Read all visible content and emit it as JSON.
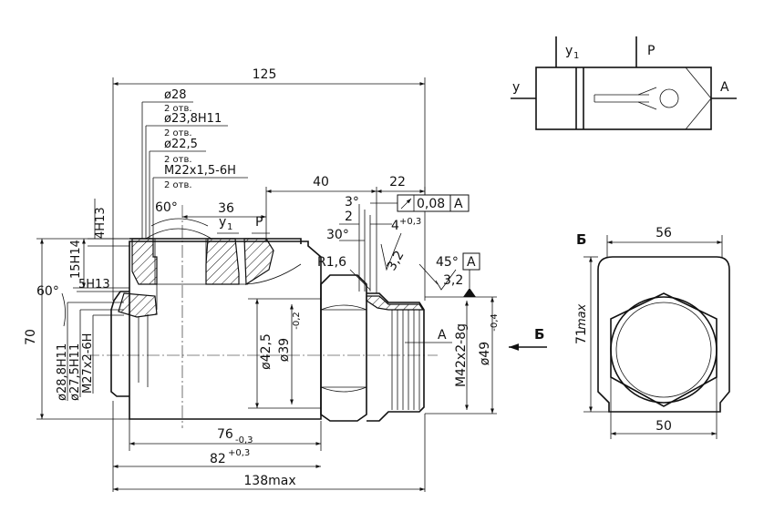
{
  "labels": {
    "dim_125": "125",
    "d28": "ø28",
    "holes_note_1": "2 отв.",
    "d23_8": "ø23,8Н11",
    "holes_note_2": "2 отв.",
    "d22_5": "ø22,5",
    "holes_note_3": "2 отв.",
    "m22": "M22x1,5-6H",
    "holes_note_4": "2 отв.",
    "dim_40": "40",
    "dim_22": "22",
    "dim_36": "36",
    "angle_60_top": "60°",
    "port_y1": "y",
    "port_y1_sub": "1",
    "port_p": "P",
    "h4": "4H13",
    "h15": "15H14",
    "h5": "5H13",
    "angle_60_left": "60°",
    "dim_70": "70",
    "d28_8": "ø28,8H11",
    "d27_5": "ø27,5H11",
    "m27": "M27x2-6H",
    "d42_5": "ø42,5",
    "d39": "ø39",
    "d39_tol": "-0,2",
    "angle_3": "3°",
    "dim_2": "2",
    "angle_30": "30°",
    "dim_4": "4",
    "dim_4_tol": "+0,3",
    "tol_value": "0,08",
    "tol_datum": "A",
    "r1_6": "R1,6",
    "rough_3_2_a": "3,2",
    "angle_45": "45°",
    "datum_a_box": "A",
    "rough_3_2_b": "3,2",
    "label_a": "A",
    "m42": "M42x2-8g",
    "d49": "ø49",
    "d49_tol": "-0,4",
    "view_b_arrow": "Б",
    "dim_76": "76",
    "dim_76_tol": "-0,3",
    "dim_82": "82",
    "dim_82_tol": "+0,3",
    "dim_138": "138max",
    "sch_y1": "y",
    "sch_y1_sub": "1",
    "sch_p": "P",
    "sch_y": "y",
    "sch_a": "A",
    "view_b_title": "Б",
    "dim_56": "56",
    "dim_71": "71",
    "dim_71_suffix": "max",
    "dim_50": "50"
  },
  "colors": {
    "ink": "#111111",
    "background": "#ffffff"
  }
}
